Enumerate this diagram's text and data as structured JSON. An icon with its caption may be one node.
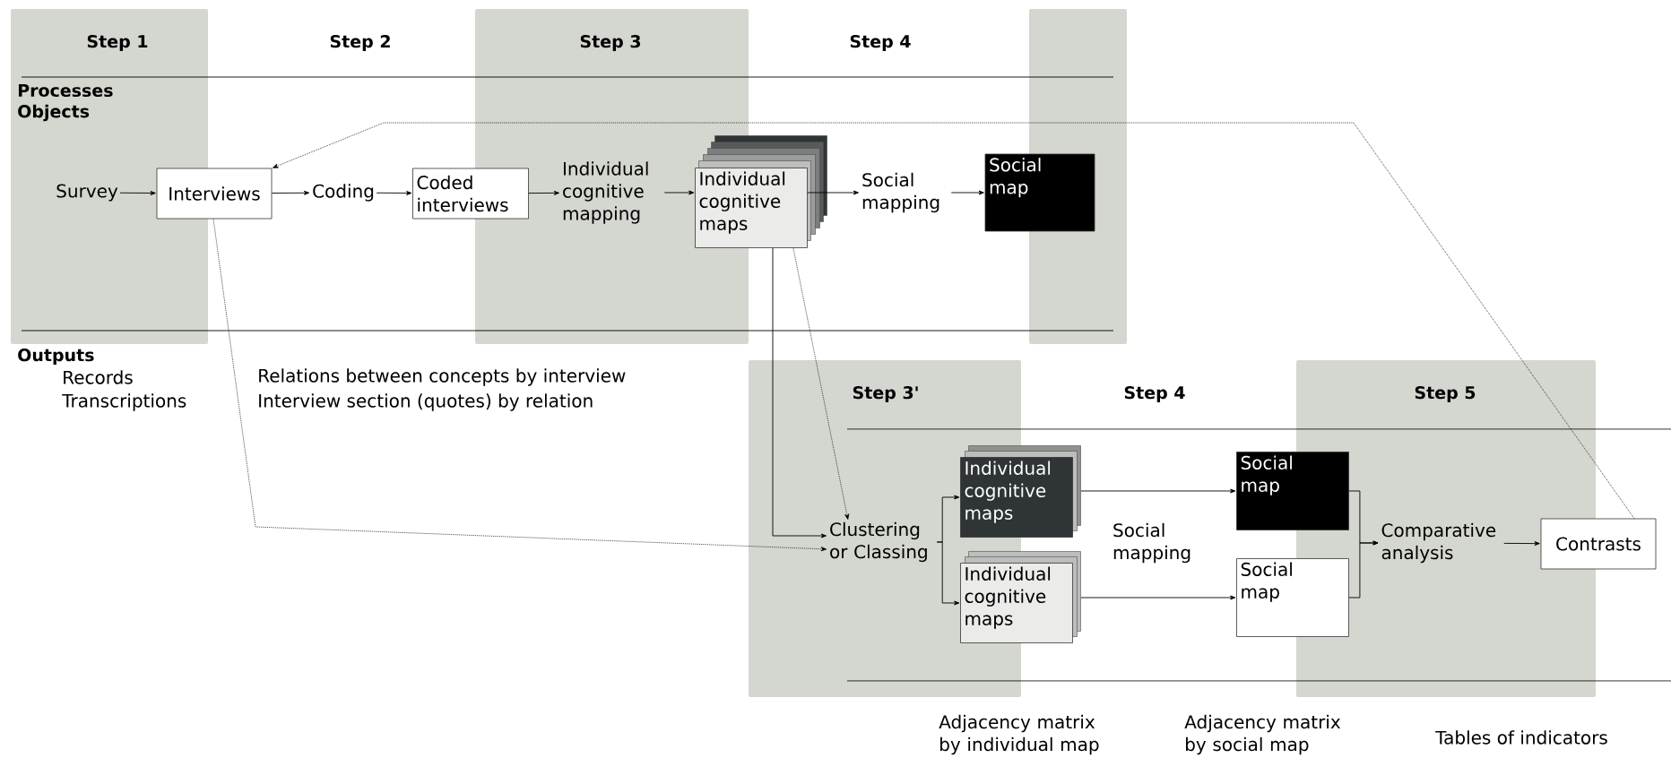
{
  "diagram": {
    "nodes": [
      {
        "text": [
          "Survey"
        ]
      },
      {
        "text": [
          "Interviews"
        ]
      },
      {
        "text": [
          "Coding"
        ]
      },
      {
        "text": [
          "Coded interviews"
        ]
      },
      {
        "text": [
          "Individual cognitive mapping"
        ]
      },
      {
        "text": [
          "Individual cognitive maps"
        ]
      },
      {
        "text": [
          "Social mapping"
        ]
      },
      {
        "text": [
          "Social map"
        ]
      },
      {
        "text": [
          "Clustering or Classing"
        ]
      },
      {
        "text": [
          "Individual cognitive maps"
        ]
      },
      {
        "text": [
          "Individual cognitive maps"
        ]
      },
      {
        "text": [
          "Social mapping"
        ]
      },
      {
        "text": [
          "Social map"
        ]
      },
      {
        "text": [
          "Social map"
        ]
      },
      {
        "text": [
          "Comparative analysis"
        ]
      },
      {
        "text": [
          "Contrasts"
        ]
      }
    ],
    "edges": [
      {
        "from": 0,
        "to": 1,
        "arrow": "to"
      },
      {
        "from": 1,
        "to": 2,
        "arrow": "to"
      },
      {
        "from": 2,
        "to": 3,
        "arrow": "to"
      },
      {
        "from": 3,
        "to": 4,
        "arrow": "to"
      },
      {
        "from": 4,
        "to": 5,
        "arrow": "to"
      },
      {
        "from": 5,
        "to": 6,
        "arrow": "to"
      },
      {
        "from": 6,
        "to": 7,
        "arrow": "to"
      },
      {
        "from": 15,
        "to": 1,
        "arrow": "to",
        "style": "dashed"
      },
      {
        "from": 1,
        "to": 8,
        "arrow": "to",
        "style": "dashed"
      },
      {
        "from": 5,
        "to": 8,
        "arrow": "to"
      },
      {
        "from": 5,
        "to": 8,
        "arrow": "to",
        "style": "dashed"
      },
      {
        "from": 8,
        "to": 9,
        "arrow": "to"
      },
      {
        "from": 8,
        "to": 10,
        "arrow": "to"
      },
      {
        "from": 9,
        "to": 12,
        "arrow": "to"
      },
      {
        "from": 10,
        "to": 13,
        "arrow": "to"
      },
      {
        "from": 12,
        "to": 14,
        "arrow": "to"
      },
      {
        "from": 13,
        "to": 14,
        "arrow": "to"
      },
      {
        "from": 14,
        "to": 15,
        "arrow": "to"
      }
    ],
    "labels": [
      "Step 1",
      "Step 2",
      "Step 3",
      "Step 4",
      "Processes",
      "Objects",
      "Outputs",
      "Records",
      "Transcriptions",
      "Relations between concepts by interview",
      "Interview section (quotes) by relation",
      "Step 3'",
      "Step 4",
      "Step 5",
      "Adjacency matrix by individual map",
      "Adjacency matrix by social map",
      "Tables of indicators"
    ]
  }
}
